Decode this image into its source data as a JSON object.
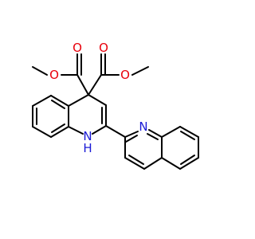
{
  "colors": {
    "background": "#ffffff",
    "bond": "#000000",
    "oxygen": "#e8000b",
    "nitrogen": "#1a1ad6"
  },
  "atoms": {
    "o_carbonyl_left": "O",
    "o_ester_left": "O",
    "o_carbonyl_right": "O",
    "o_ester_right": "O",
    "n_amine_h": "H",
    "n_amine": "N",
    "n_quinoline": "N"
  }
}
